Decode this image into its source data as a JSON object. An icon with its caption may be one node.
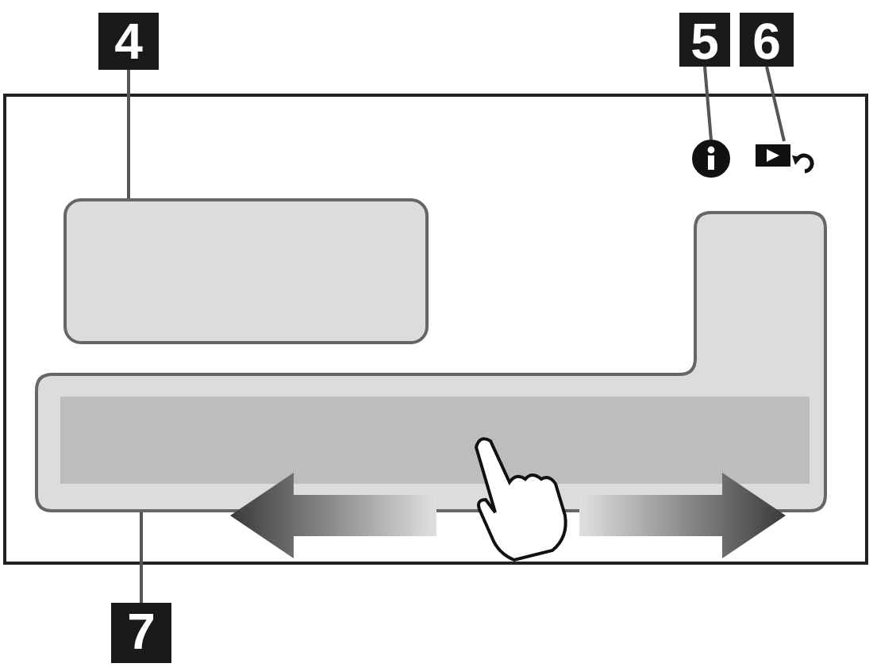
{
  "diagram": {
    "nodes": [
      {
        "text": [
          "4"
        ]
      },
      {
        "text": [
          "5"
        ]
      },
      {
        "text": [
          "6"
        ]
      },
      {
        "text": [],
        "shape": "box"
      },
      {
        "text": [],
        "shape": "circle"
      },
      {
        "text": [],
        "shape": "box"
      },
      {
        "text": [],
        "shape": "box"
      },
      {
        "text": [
          "7"
        ]
      }
    ],
    "edges": [
      {
        "from": 0,
        "to": 3,
        "arrow": "none"
      },
      {
        "from": 1,
        "to": 4,
        "arrow": "none"
      },
      {
        "from": 2,
        "to": 5,
        "arrow": "none"
      },
      {
        "from": 7,
        "to": 6,
        "arrow": "none"
      }
    ]
  }
}
